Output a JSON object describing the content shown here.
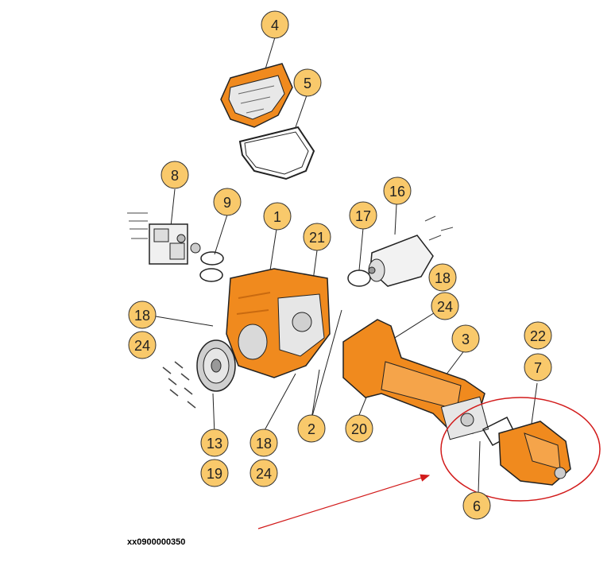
{
  "diagram": {
    "image_id_caption": "xx0900000350",
    "colors": {
      "part_orange": "#f08a1e",
      "part_orange_dark": "#c96a10",
      "callout_fill": "#f9c96b",
      "callout_stroke": "#333333",
      "highlight_red": "#d21b1b",
      "outline": "#222222"
    },
    "callouts": [
      {
        "id": "c4",
        "label": "4"
      },
      {
        "id": "c5",
        "label": "5"
      },
      {
        "id": "c8",
        "label": "8"
      },
      {
        "id": "c9",
        "label": "9"
      },
      {
        "id": "c1",
        "label": "1"
      },
      {
        "id": "c21",
        "label": "21"
      },
      {
        "id": "c17",
        "label": "17"
      },
      {
        "id": "c16",
        "label": "16"
      },
      {
        "id": "c18a",
        "label": "18"
      },
      {
        "id": "c18b",
        "label": "18"
      },
      {
        "id": "c24a",
        "label": "24"
      },
      {
        "id": "c24b",
        "label": "24"
      },
      {
        "id": "c3",
        "label": "3"
      },
      {
        "id": "c22",
        "label": "22"
      },
      {
        "id": "c7",
        "label": "7"
      },
      {
        "id": "c13",
        "label": "13"
      },
      {
        "id": "c19",
        "label": "19"
      },
      {
        "id": "c18c",
        "label": "18"
      },
      {
        "id": "c24c",
        "label": "24"
      },
      {
        "id": "c2",
        "label": "2"
      },
      {
        "id": "c20",
        "label": "20"
      },
      {
        "id": "c6",
        "label": "6"
      }
    ]
  }
}
